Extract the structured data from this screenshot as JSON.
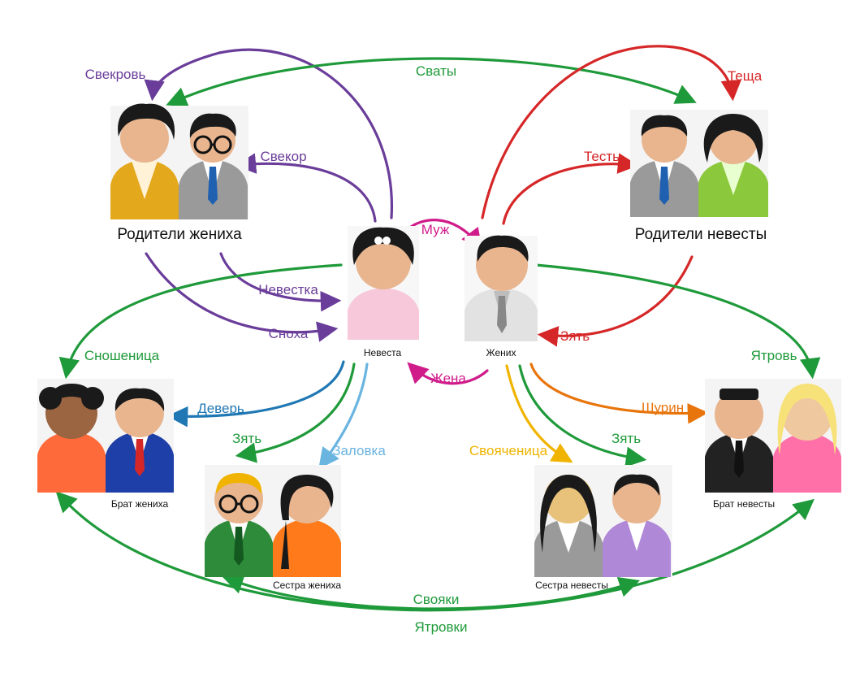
{
  "colors": {
    "purple": "#6a3d9a",
    "green": "#1f9a3a",
    "red": "#d62728",
    "magenta": "#d01c8b",
    "blue": "#1f78b4",
    "lightblue": "#6ab4e0",
    "yellow": "#f0b400",
    "orange": "#e8740c"
  },
  "groups": {
    "groom_parents": "Родители жениха",
    "bride_parents": "Родители невесты",
    "bride": "Невеста",
    "groom": "Жених",
    "groom_brother": "Брат жениха",
    "groom_sister": "Сестра жениха",
    "bride_sister": "Сестра невесты",
    "bride_brother": "Брат невесты"
  },
  "relations": {
    "svekrov": "Свекровь",
    "svaty": "Сваты",
    "tescha": "Теща",
    "svekor": "Свекор",
    "test": "Тесть",
    "muzh": "Муж",
    "nevestka": "Невестка",
    "snokha": "Сноха",
    "zyat_parents": "Зять",
    "snoshenitsa": "Сношеница",
    "yatrov": "Ятровь",
    "zhena": "Жена",
    "dever": "Деверь",
    "shurin": "Шурин",
    "zyat_groom_sister": "Зять",
    "zalovka": "Заловка",
    "svoyachenitsa": "Свояченица",
    "zyat_bride_sister": "Зять",
    "svoyaki": "Свояки",
    "yatrovki": "Ятровки"
  }
}
